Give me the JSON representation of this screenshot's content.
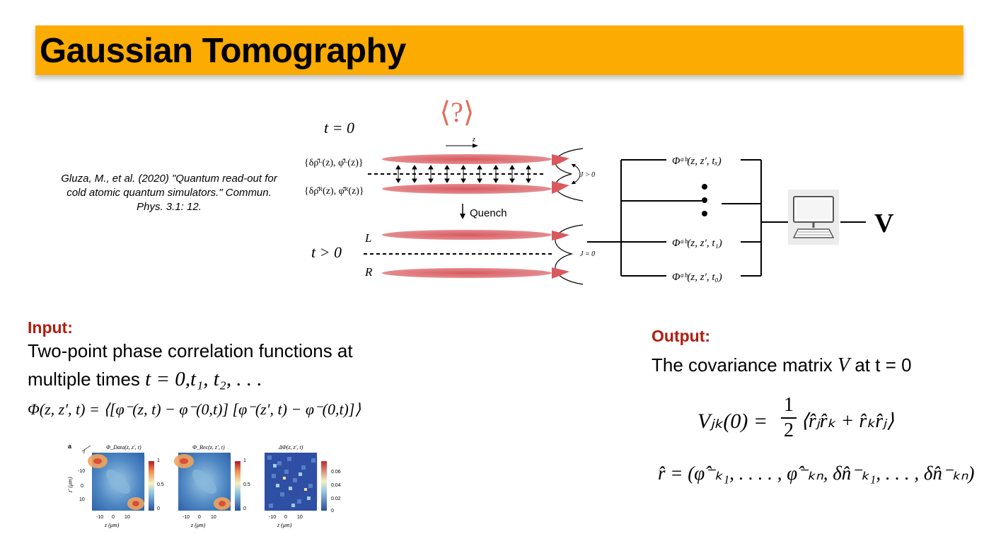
{
  "slide": {
    "title": "Gaussian Tomography",
    "citation": "Gluza, M., et al. (2020) \"Quantum read-out for cold atomic quantum simulators.\" Commun. Phys. 3.1: 12."
  },
  "diagram": {
    "question_mark": "⟨?⟩",
    "t_zero": "t = 0",
    "t_after": "t > 0",
    "z_axis": "z",
    "left_state": "{δρ̂ᴸ(z), φ̂ᴸ(z)}",
    "right_state": "{δρ̂ᴿ(z), φ̂ᴿ(z)}",
    "quench_label": "Quench",
    "L_label": "L",
    "R_label": "R",
    "coupling_on": "J > 0",
    "coupling_off": "J = 0",
    "corr_tX": "Φᵃᵇ(z, z′, tₓ)",
    "corr_t1": "Φᵃᵇ(z, z′, t₁)",
    "corr_t0": "Φᵃᵇ(z, z′, t₀)",
    "output_symbol": "V"
  },
  "input": {
    "label": "Input:",
    "line1": "Two-point phase correlation functions at",
    "line2_prefix": "multiple times",
    "line2_math": "t = 0,t₁, t₂, . . .",
    "formula": "Φ(z, z′, t) = ⟨[φ⁻(z, t) − φ⁻(0,t)] [φ⁻(z′, t) − φ⁻(0,t)]⟩"
  },
  "output": {
    "label": "Output:",
    "line_prefix": "The covariance matrix",
    "line_symbol": "V",
    "line_suffix": "at t = 0",
    "formula_lhs": "Vⱼₖ(0) =",
    "formula_num": "1",
    "formula_den": "2",
    "formula_rhs": "⟨r̂ⱼr̂ₖ + r̂ₖr̂ⱼ⟩",
    "vector": "r̂ = (φ̂⁻ₖ₁, . . . . , φ̂⁻ₖₙ, δn̂⁻ₖ₁, . . . , δn̂⁻ₖₙ)"
  },
  "heatmaps": {
    "panel_letter": "a",
    "panel1_title": "Φ_Data(z, z′, t)",
    "panel2_title": "Φ_Rec(z, z′, t)",
    "panel3_title": "ΔΦ(z, z′, t)",
    "t_axis": "t",
    "y_axis": "z′ (μm)",
    "x_axis": "z (μm)",
    "y_ticks": [
      "-10",
      "0",
      "10"
    ],
    "x_ticks": [
      "-10",
      "0",
      "10"
    ],
    "cbar12_ticks": [
      "1",
      "0.5",
      "0"
    ],
    "cbar3_ticks": [
      "0.06",
      "0.04",
      "0.02",
      "0"
    ]
  }
}
